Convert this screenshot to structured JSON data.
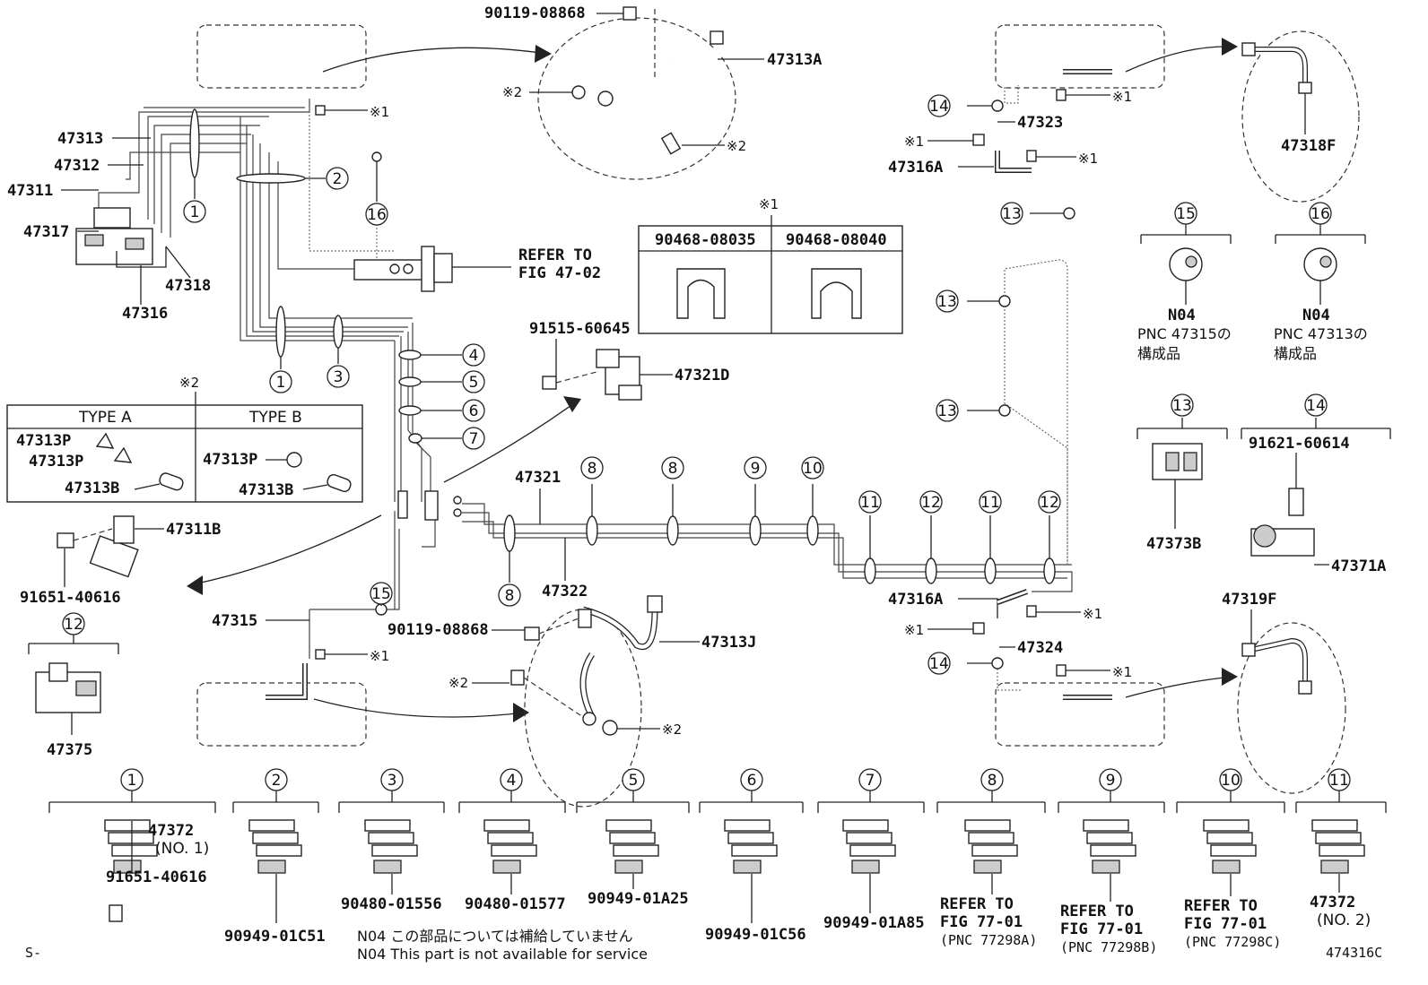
{
  "title_code": "474316C",
  "corner_mark": "S-",
  "notes": {
    "jp": "N04 この部品については補給していません",
    "en": "N04 This part is not available for service"
  },
  "symbols": {
    "star1": "※1",
    "star2": "※2"
  },
  "refer_fig_47": {
    "line1": "REFER TO",
    "line2": "FIG 47-02"
  },
  "table_star1": {
    "header": "※1",
    "col1": "90468-08035",
    "col2": "90468-08040"
  },
  "type_table": {
    "mark": "※2",
    "type_a": "TYPE A",
    "type_b": "TYPE B",
    "a_p1": "47313P",
    "a_p2": "47313P",
    "a_b": "47313B",
    "b_p": "47313P",
    "b_b": "47313B"
  },
  "labels": {
    "p47313": "47313",
    "p47312": "47312",
    "p47311": "47311",
    "p47317": "47317",
    "p47318": "47318",
    "p47316": "47316",
    "p47315": "47315",
    "p90119a": "90119-08868",
    "p47313A": "47313A",
    "p90119b": "90119-08868",
    "p47313J": "47313J",
    "p91515": "91515-60645",
    "p47321D": "47321D",
    "p47321": "47321",
    "p47322": "47322",
    "p47311B": "47311B",
    "p91651a": "91651-40616",
    "p47375": "47375",
    "p47323": "47323",
    "p47316A_top": "47316A",
    "p47318F": "47318F",
    "p47316A_bot": "47316A",
    "p47324": "47324",
    "p47319F": "47319F",
    "n04_a": "N04",
    "pnc_a1": "PNC 47315の",
    "pnc_a2": "構成品",
    "n04_b": "N04",
    "pnc_b1": "PNC 47313の",
    "pnc_b2": "構成品",
    "p47373B": "47373B",
    "p91621": "91621-60614",
    "p47371A": "47371A"
  },
  "bottom_parts": [
    {
      "num": "1",
      "pn": "47372",
      "sub": "(NO. 1)",
      "pn2": "91651-40616"
    },
    {
      "num": "2",
      "pn": "90949-01C51"
    },
    {
      "num": "3",
      "pn": "90480-01556"
    },
    {
      "num": "4",
      "pn": "90480-01577"
    },
    {
      "num": "5",
      "pn": "90949-01A25"
    },
    {
      "num": "6",
      "pn": "90949-01C56"
    },
    {
      "num": "7",
      "pn": "90949-01A85"
    },
    {
      "num": "8",
      "r1": "REFER TO",
      "r2": "FIG 77-01",
      "r3": "(PNC 77298A)"
    },
    {
      "num": "9",
      "r1": "REFER TO",
      "r2": "FIG 77-01",
      "r3": "(PNC 77298B)"
    },
    {
      "num": "10",
      "r1": "REFER TO",
      "r2": "FIG 77-01",
      "r3": "(PNC 77298C)"
    },
    {
      "num": "11",
      "pn": "47372",
      "sub": "(NO. 2)"
    }
  ],
  "callouts": {
    "c1": "1",
    "c2": "2",
    "c3": "3",
    "c4": "4",
    "c5": "5",
    "c6": "6",
    "c7": "7",
    "c8": "8",
    "c9": "9",
    "c10": "10",
    "c11": "11",
    "c12": "12",
    "c13": "13",
    "c14": "14",
    "c15": "15",
    "c16": "16"
  }
}
